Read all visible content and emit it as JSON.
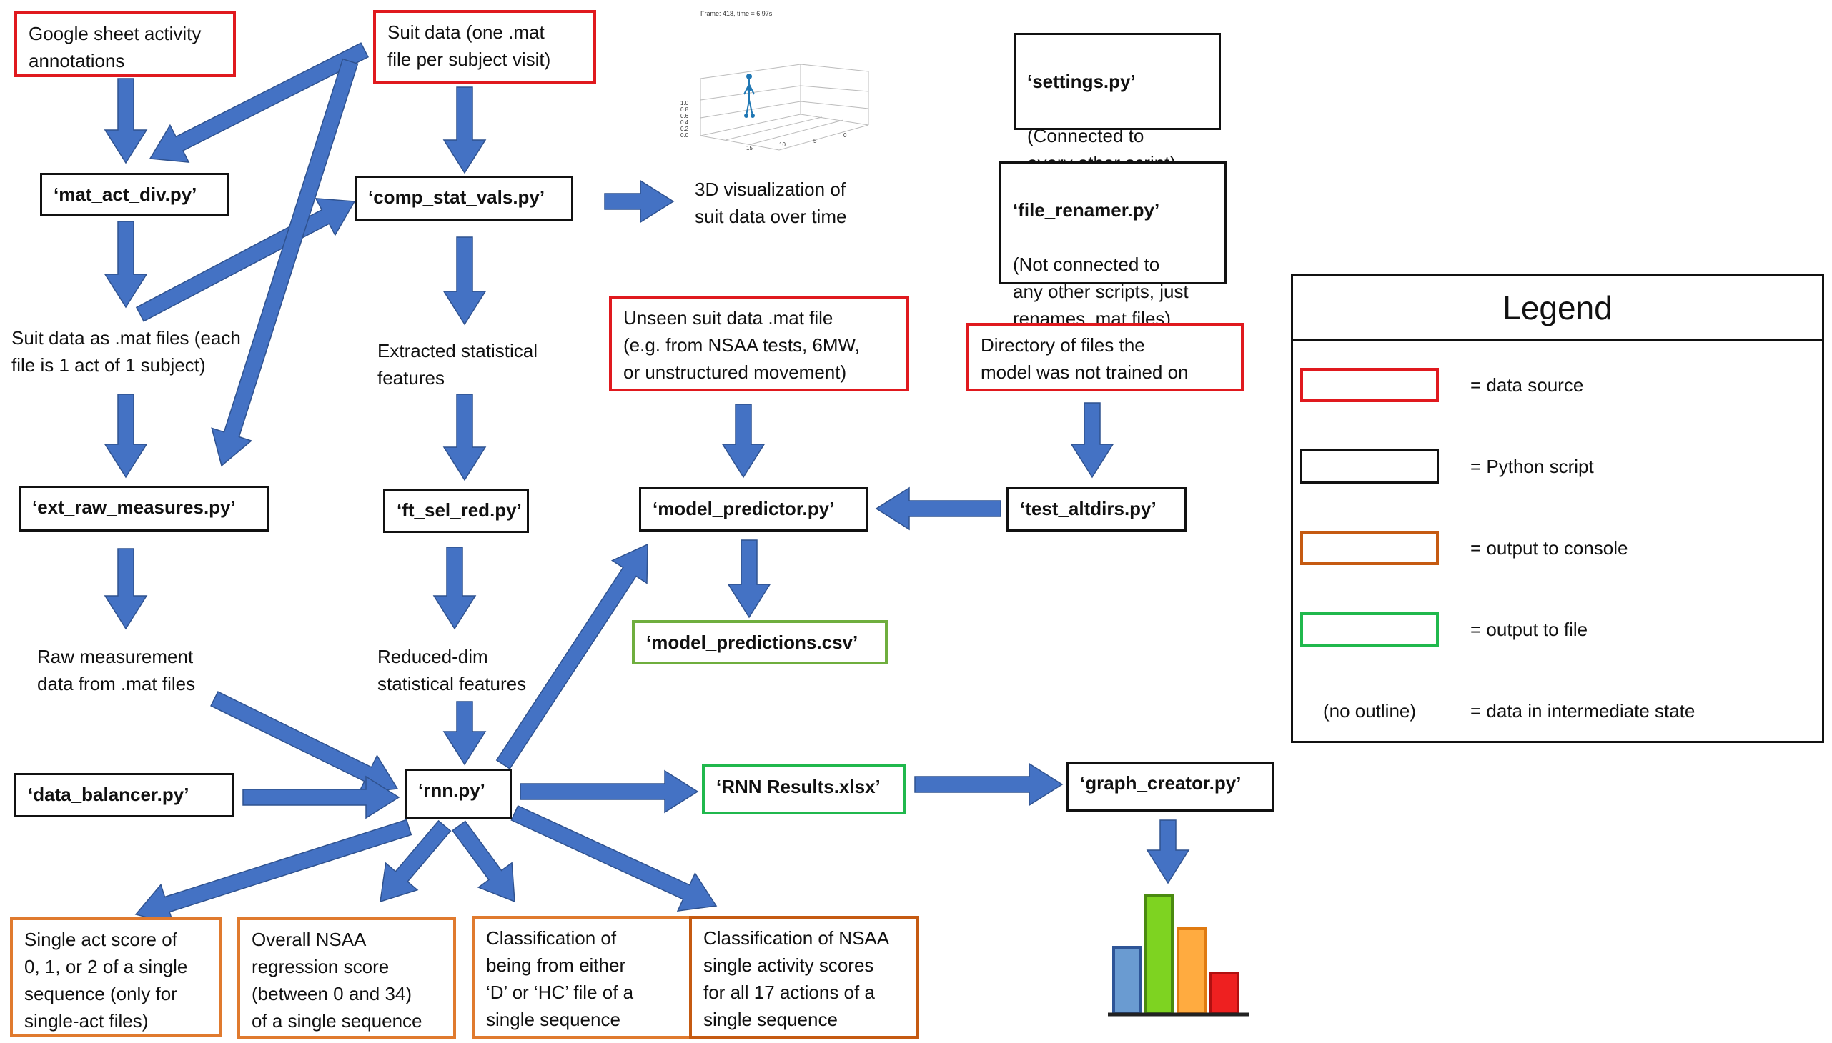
{
  "nodes": {
    "google_sheet": "Google sheet activity\nannotations",
    "suit_data": "Suit data (one .mat\nfile per subject visit)",
    "mat_act_div": "‘mat_act_div.py’",
    "comp_stat_vals": "‘comp_stat_vals.py’",
    "viz_text": "3D visualization of\nsuit data over time",
    "settings_title": "‘settings.py’",
    "settings_desc": "(Connected to\nevery other script)",
    "file_renamer_title": "‘file_renamer.py’",
    "file_renamer_desc": "(Not connected to\nany other scripts, just\nrenames .mat files)",
    "suit_as_mat": "Suit data as .mat files (each\nfile is 1 act of 1 subject)",
    "extracted_stat": "Extracted statistical\nfeatures",
    "unseen_suit": "Unseen suit data .mat file\n(e.g. from NSAA tests, 6MW,\nor unstructured movement)",
    "directory_files": "Directory of files the\nmodel was not trained on",
    "ext_raw_measures": "‘ext_raw_measures.py’",
    "ft_sel_red": "‘ft_sel_red.py’",
    "model_predictor": "‘model_predictor.py’",
    "test_altdirs": "‘test_altdirs.py’",
    "model_predictions": "‘model_predictions.csv’",
    "raw_measurement": "Raw measurement\ndata from .mat files",
    "reduced_dim": "Reduced-dim\nstatistical features",
    "data_balancer": "‘data_balancer.py’",
    "rnn": "‘rnn.py’",
    "rnn_results": "‘RNN Results.xlsx’",
    "graph_creator": "‘graph_creator.py’",
    "out_single_act": "Single act score of\n0, 1, or 2 of a single\nsequence (only for\nsingle-act files)",
    "out_overall": "Overall NSAA\nregression score\n(between 0 and 34)\nof a single sequence",
    "out_classification": "Classification of\nbeing from either\n‘D’ or ‘HC’ file of a\nsingle sequence",
    "out_nsaa_single": "Classification of NSAA\nsingle activity scores\nfor all 17 actions of a\nsingle sequence"
  },
  "plot": {
    "title": "Frame: 418, time = 6.97s",
    "yticks": [
      "1.0",
      "0.8",
      "0.6",
      "0.4",
      "0.2",
      "0.0"
    ],
    "xticks": [
      "15",
      "10",
      "5",
      "0"
    ]
  },
  "legend": {
    "title": "Legend",
    "items": [
      {
        "label": "=  data source",
        "color": "#e0191e"
      },
      {
        "label": "=  Python script",
        "color": "#111111"
      },
      {
        "label": "=  output to console",
        "color": "#c55a11"
      },
      {
        "label": "=  output to file",
        "color": "#20b84d"
      },
      {
        "label": "= data in intermediate state",
        "prefix": "(no outline)"
      }
    ]
  },
  "colors": {
    "arrow": "#4472c4",
    "arrow_edge": "#2f528f"
  }
}
